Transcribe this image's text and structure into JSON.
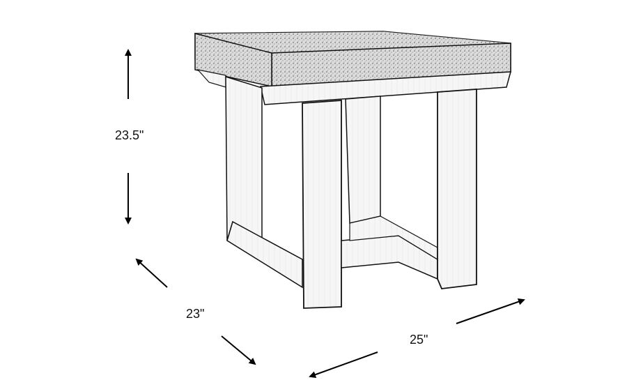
{
  "diagram": {
    "subject": "End table line drawing",
    "dimensions": {
      "height": {
        "label": "23.5\"",
        "value": 23.5,
        "unit": "in"
      },
      "depth": {
        "label": "23\"",
        "value": 23,
        "unit": "in"
      },
      "width": {
        "label": "25\"",
        "value": 25,
        "unit": "in"
      }
    },
    "colors": {
      "line": "#111111",
      "fill": "#f4f4f4",
      "top_fill": "#d9d9d9",
      "background": "#ffffff"
    }
  }
}
